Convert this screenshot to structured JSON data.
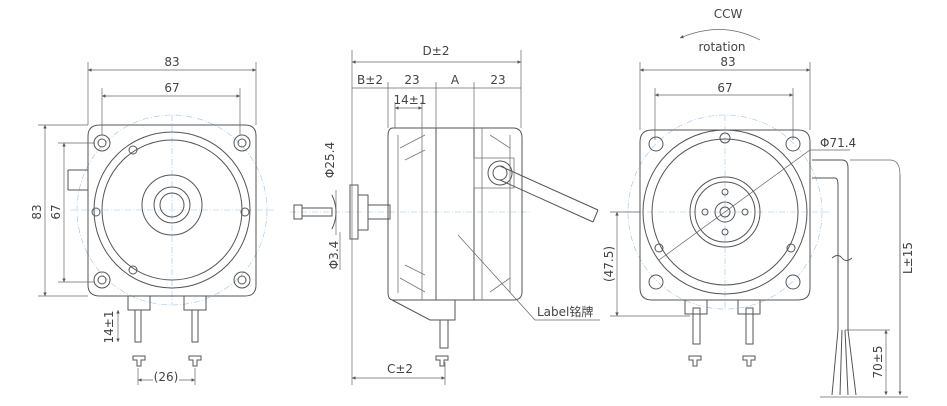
{
  "title": "Motor dimension drawing",
  "left_view": {
    "width_outer": "83",
    "width_inner": "67",
    "height_outer": "83",
    "height_inner": "67",
    "terminal_length": "14±1",
    "terminal_pitch": "(26)"
  },
  "side_view": {
    "total": "D±2",
    "b": "B±2",
    "seg1": "23",
    "a": "A",
    "seg2": "23",
    "bracket": "14±1",
    "hub_dia": "Φ25.4",
    "hole_dia": "Φ3.4",
    "c": "C±2",
    "label": "Label铭牌"
  },
  "right_view": {
    "direction": "CCW",
    "rotation": "rotation",
    "width_outer": "83",
    "width_inner": "67",
    "circle_dia": "Φ71.4",
    "center_height": "(47.5)",
    "lead_length": "L±15",
    "strip_length": "70±5"
  }
}
